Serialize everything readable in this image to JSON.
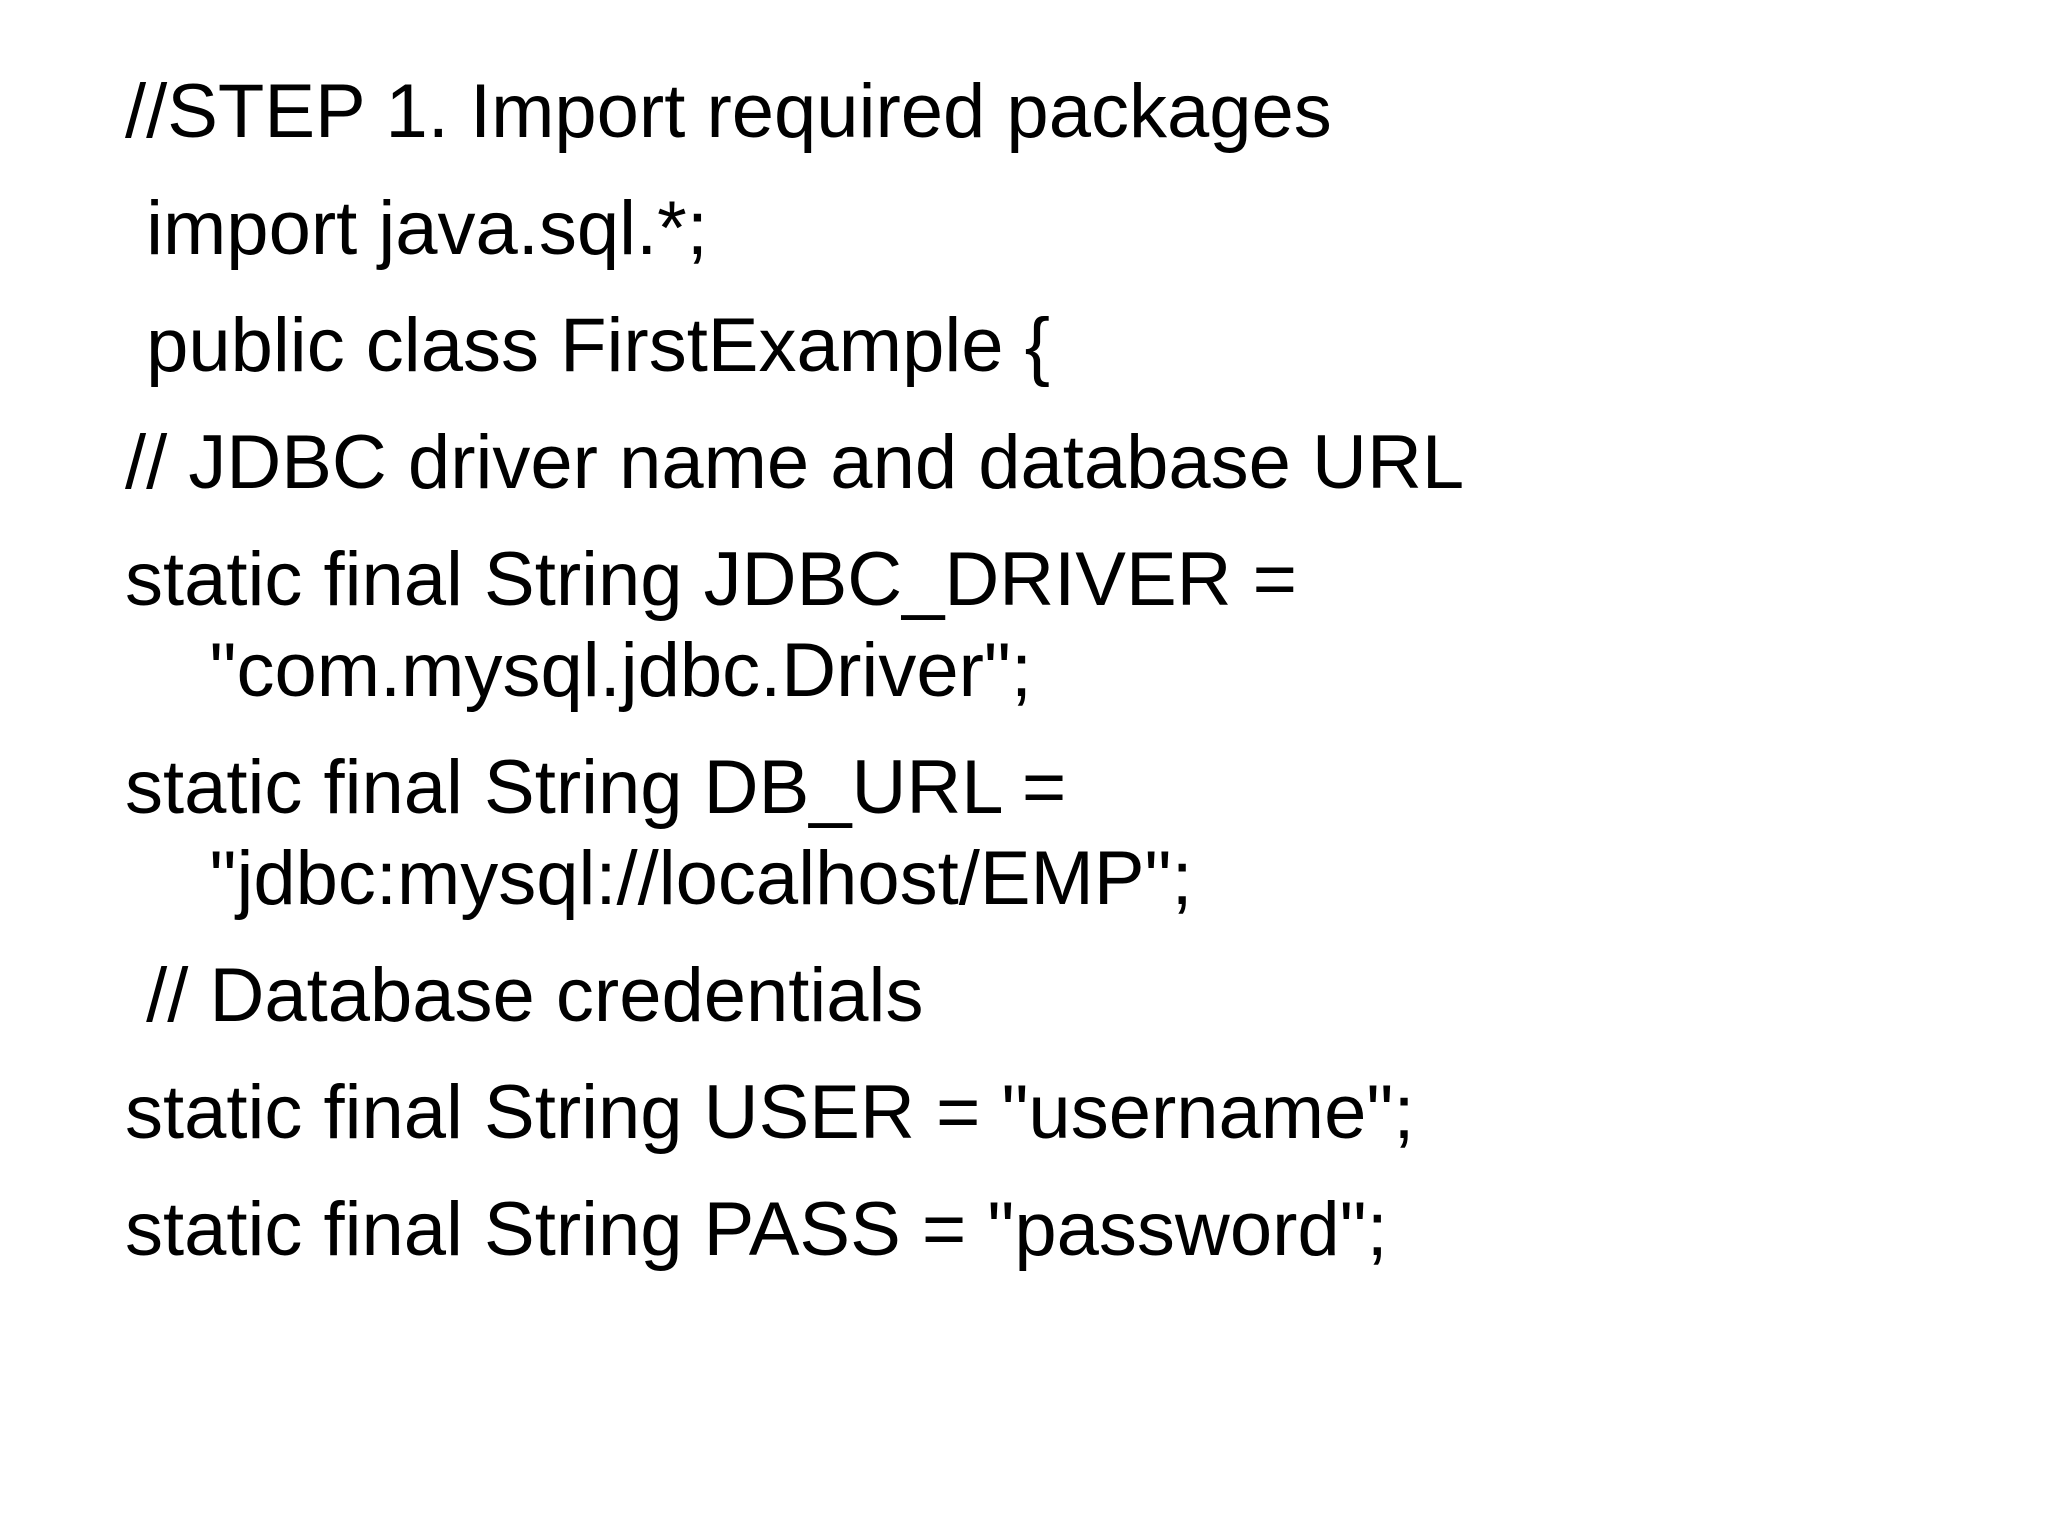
{
  "page": {
    "background_color": "#ffffff",
    "text_color": "#000000"
  },
  "code": {
    "language": "java",
    "lines": [
      {
        "text": "//STEP 1. Import required packages"
      },
      {
        "text": " import java.sql.*;"
      },
      {
        "text": " public class FirstExample {"
      },
      {
        "text": "// JDBC driver name and database URL"
      },
      {
        "text": "static final String JDBC_DRIVER ="
      },
      {
        "text": "    \"com.mysql.jdbc.Driver\";"
      },
      {
        "text": "static final String DB_URL ="
      },
      {
        "text": "    \"jdbc:mysql://localhost/EMP\";"
      },
      {
        "text": " // Database credentials"
      },
      {
        "text": "static final String USER = \"username\";"
      },
      {
        "text": "static final String PASS = \"password\";"
      }
    ]
  }
}
